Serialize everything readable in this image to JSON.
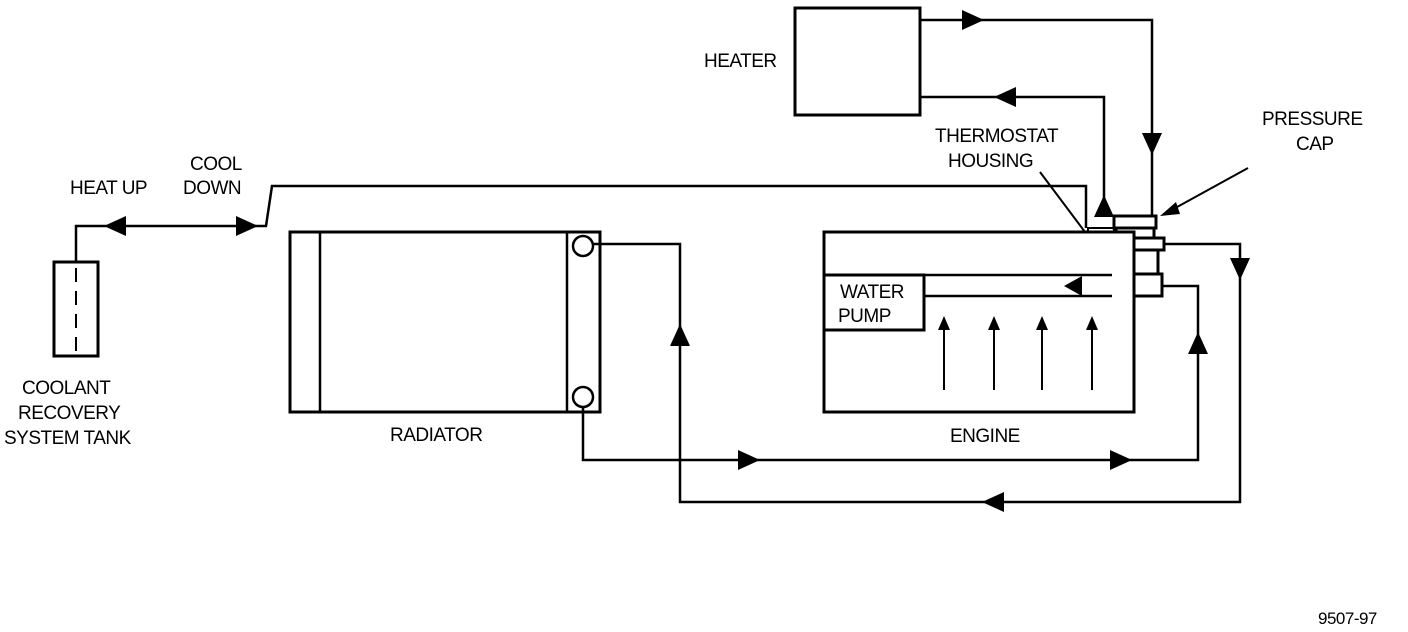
{
  "labels": {
    "heater": "HEATER",
    "pressure_cap_1": "PRESSURE",
    "pressure_cap_2": "CAP",
    "thermostat_1": "THERMOSTAT",
    "thermostat_2": "HOUSING",
    "cool_down_1": "COOL",
    "cool_down_2": "DOWN",
    "heat_up": "HEAT UP",
    "tank_1": "COOLANT",
    "tank_2": "RECOVERY",
    "tank_3": "SYSTEM TANK",
    "radiator": "RADIATOR",
    "water_pump_1": "WATER",
    "water_pump_2": "PUMP",
    "engine": "ENGINE",
    "figure_id": "9507-97"
  }
}
